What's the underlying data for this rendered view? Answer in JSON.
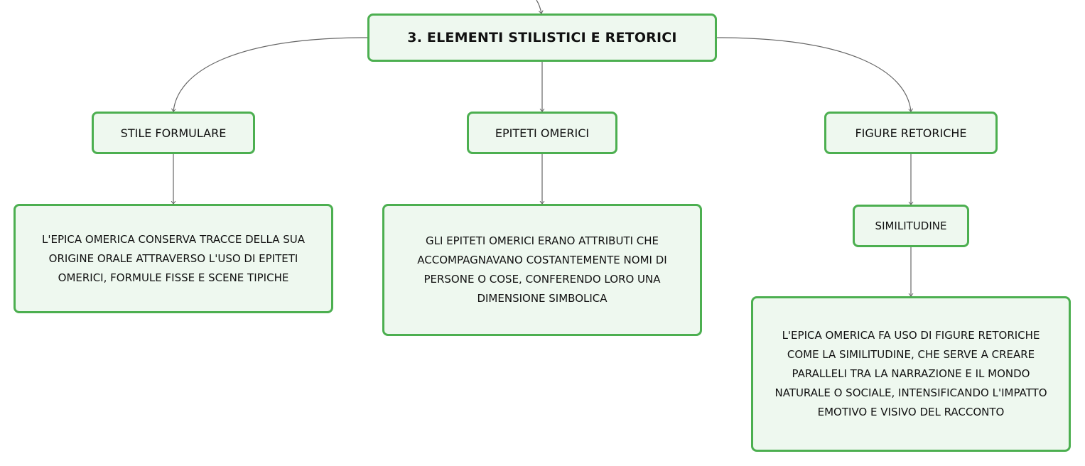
{
  "colors": {
    "node_border": "#4caf50",
    "node_fill": "#eef8ef",
    "connector": "#666666",
    "text": "#111111"
  },
  "root": {
    "title": "3. ELEMENTI STILISTICI E RETORICI"
  },
  "branches": [
    {
      "label": "STILE FORMULARE",
      "description": "L'EPICA OMERICA CONSERVA TRACCE DELLA SUA ORIGINE ORALE ATTRAVERSO L'USO DI EPITETI OMERICI, FORMULE FISSE E SCENE TIPICHE"
    },
    {
      "label": "EPITETI OMERICI",
      "description": "GLI EPITETI OMERICI ERANO ATTRIBUTI CHE ACCOMPAGNAVANO COSTANTEMENTE NOMI DI PERSONE O COSE, CONFERENDO LORO UNA DIMENSIONE SIMBOLICA"
    },
    {
      "label": "FIGURE RETORICHE",
      "sub_label": "SIMILITUDINE",
      "description": "L'EPICA OMERICA FA USO DI FIGURE RETORICHE COME LA SIMILITUDINE, CHE SERVE A CREARE PARALLELI TRA LA NARRAZIONE E IL MONDO NATURALE O SOCIALE, INTENSIFICANDO L'IMPATTO EMOTIVO E VISIVO DEL RACCONTO"
    }
  ]
}
